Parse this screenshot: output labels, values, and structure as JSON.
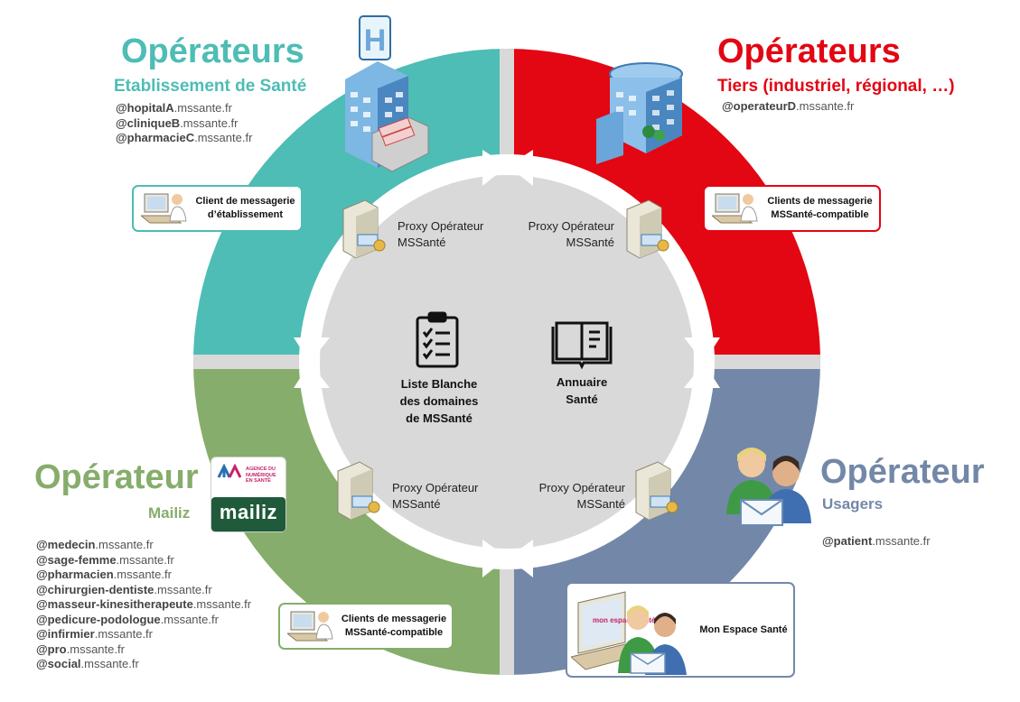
{
  "quadrants": {
    "top_left": {
      "title": "Opérateurs",
      "subtitle": "Etablissement de Santé",
      "color": "#4dbdb5",
      "domains": [
        {
          "bold": "@hopitalA",
          "rest": ".mssante.fr"
        },
        {
          "bold": "@cliniqueB",
          "rest": ".mssante.fr"
        },
        {
          "bold": "@pharmacieC",
          "rest": ".mssante.fr"
        }
      ],
      "client_line1": "Client de messagerie",
      "client_line2": "d’établissement",
      "proxy_line1": "Proxy Opérateur",
      "proxy_line2": "MSSanté"
    },
    "top_right": {
      "title": "Opérateurs",
      "subtitle": "Tiers (industriel, régional, …)",
      "color": "#e30613",
      "domains": [
        {
          "bold": "@operateurD",
          "rest": ".mssante.fr"
        }
      ],
      "client_line1": "Clients de messagerie",
      "client_line2": "MSSanté-compatible",
      "proxy_line1": "Proxy Opérateur",
      "proxy_line2": "MSSanté"
    },
    "bottom_left": {
      "title": "Opérateur",
      "subtitle": "Mailiz",
      "color": "#86ad6b",
      "logo_agency": "AGENCE DU NUMÉRIQUE EN SANTÉ",
      "logo_text": "mailiz",
      "domains": [
        {
          "bold": "@medecin",
          "rest": ".mssante.fr"
        },
        {
          "bold": "@sage-femme",
          "rest": ".mssante.fr"
        },
        {
          "bold": "@pharmacien",
          "rest": ".mssante.fr"
        },
        {
          "bold": "@chirurgien-dentiste",
          "rest": ".mssante.fr"
        },
        {
          "bold": "@masseur-kinesitherapeute",
          "rest": ".mssante.fr"
        },
        {
          "bold": "@pedicure-podologue",
          "rest": ".mssante.fr"
        },
        {
          "bold": "@infirmier",
          "rest": ".mssante.fr"
        },
        {
          "bold": "@pro",
          "rest": ".mssante.fr"
        },
        {
          "bold": "@social",
          "rest": ".mssante.fr"
        }
      ],
      "client_line1": "Clients de messagerie",
      "client_line2": "MSSanté-compatible",
      "proxy_line1": "Proxy Opérateur",
      "proxy_line2": "MSSanté"
    },
    "bottom_right": {
      "title": "Opérateur",
      "subtitle": "Usagers",
      "color": "#7388a8",
      "domains": [
        {
          "bold": "@patient",
          "rest": ".mssante.fr"
        }
      ],
      "app_label": "Mon Espace Santé",
      "proxy_line1": "Proxy Opérateur",
      "proxy_line2": "MSSanté"
    }
  },
  "center": {
    "whitelist_line1": "Liste Blanche",
    "whitelist_line2": "des domaines",
    "whitelist_line3": "de MSSanté",
    "directory_line1": "Annuaire",
    "directory_line2": "Santé"
  },
  "colors": {
    "inner_circle": "#d9d9d9",
    "divider": "#d9d9d9"
  }
}
